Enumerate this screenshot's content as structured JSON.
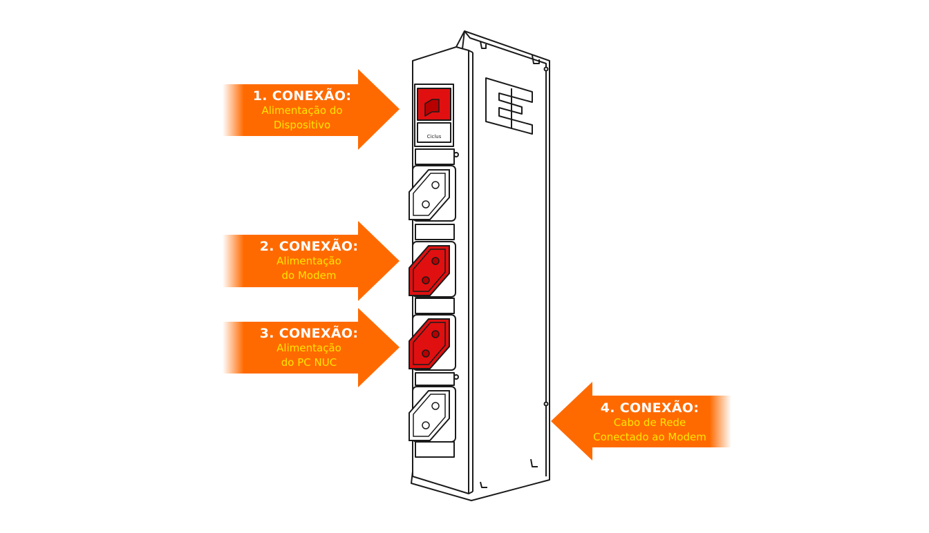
{
  "colors": {
    "arrow": "#ff6a00",
    "socket_active": "#e01010",
    "title_text": "#ffffff",
    "sub_text": "#ffe600",
    "outline": "#1a1a1a"
  },
  "callouts": [
    {
      "title": "1. CONEXÃO:",
      "line1": "Alimentação do",
      "line2": "Dispositivo"
    },
    {
      "title": "2. CONEXÃO:",
      "line1": "Alimentação",
      "line2": "do Modem"
    },
    {
      "title": "3. CONEXÃO:",
      "line1": "Alimentação",
      "line2": "do PC NUC"
    },
    {
      "title": "4. CONEXÃO:",
      "line1": "Cabo de Rede",
      "line2": "Conectado ao Modem"
    }
  ],
  "device": {
    "label": "power-strip-device",
    "inlet_text": "Ciclus",
    "sockets": [
      {
        "name": "socket-1",
        "active": false
      },
      {
        "name": "socket-2",
        "active": true
      },
      {
        "name": "socket-3",
        "active": true
      },
      {
        "name": "socket-4",
        "active": false
      }
    ]
  }
}
